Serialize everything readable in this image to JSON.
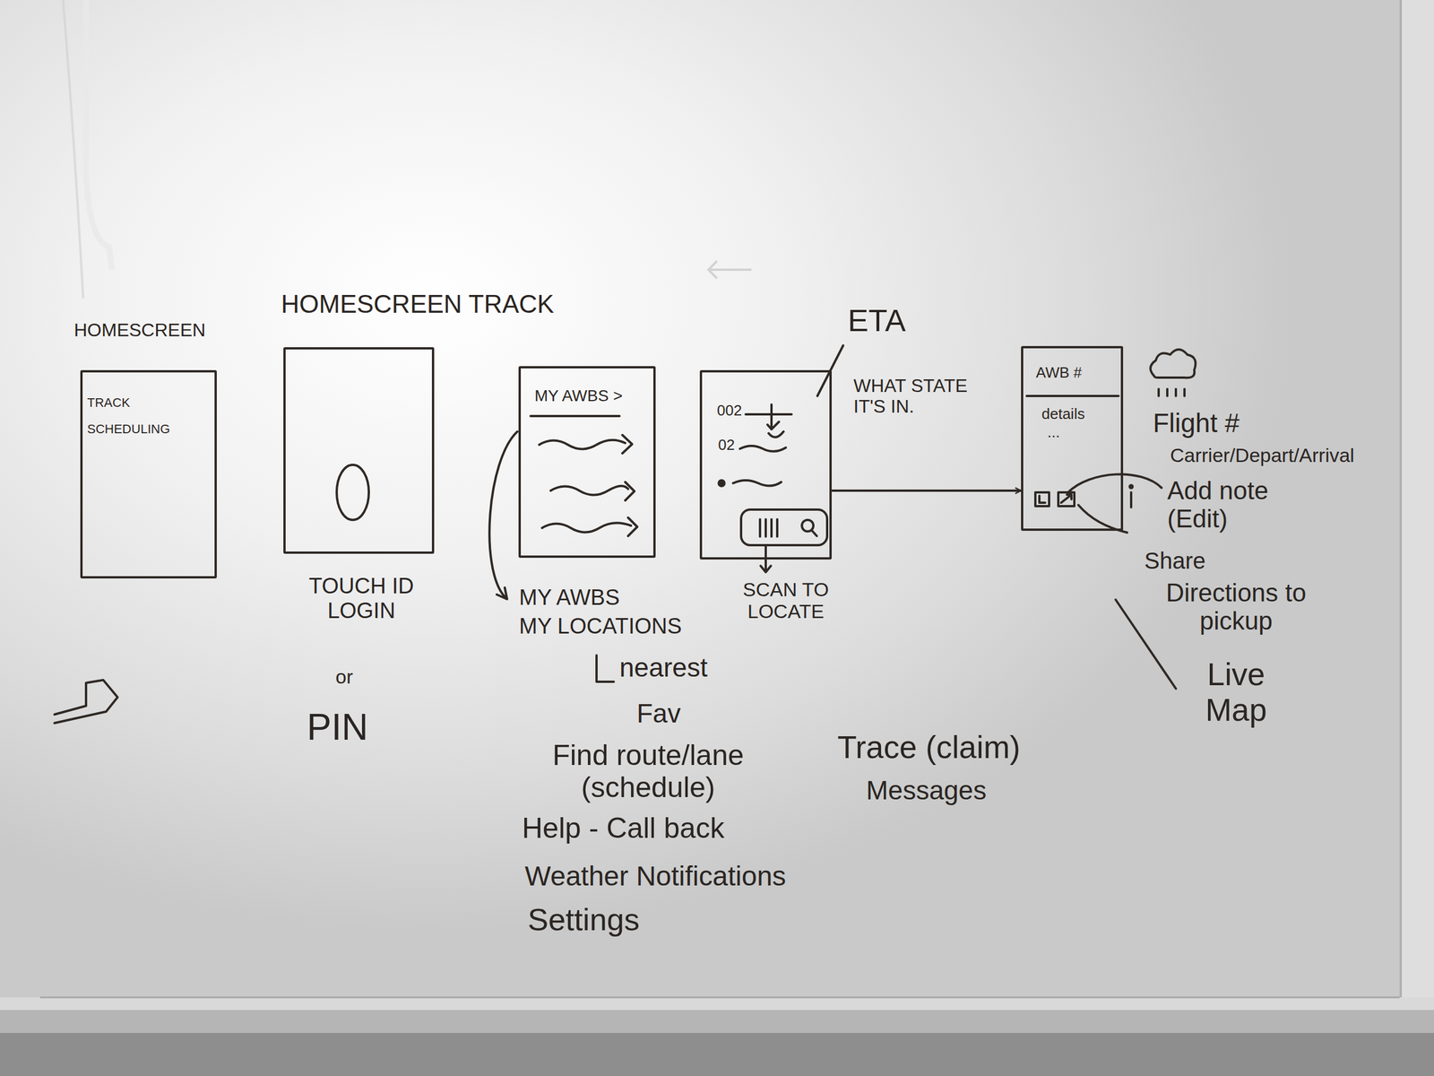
{
  "diagram": {
    "nodes": [
      {
        "text": [
          "HOMESCREEN",
          "TRACK",
          "SCHEDULING"
        ]
      },
      {
        "text": [
          "HOMESCREEN TRACK"
        ]
      },
      {
        "text": [
          "MY AWBS >"
        ]
      },
      {
        "text": [
          "002",
          "02"
        ]
      },
      {
        "text": [
          "AWB #",
          "details",
          "..."
        ]
      }
    ],
    "edges": [
      {
        "from": 3,
        "to": 4,
        "arrow": "to"
      }
    ],
    "labels": [
      "TOUCH ID LOGIN",
      "or",
      "PIN",
      "MY AWBS",
      "MY LOCATIONS",
      "nearest",
      "Fav",
      "Find route/lane (schedule)",
      "Help - Call back",
      "Weather Notifications",
      "Settings",
      "ETA",
      "SCAN TO LOCATE",
      "WHAT STATE IT'S IN.",
      "Trace (claim)",
      "Messages",
      "Flight #",
      "Carrier/Depart/Arrival",
      "Add note (Edit)",
      "Share",
      "Directions to pickup",
      "Live Map"
    ]
  }
}
